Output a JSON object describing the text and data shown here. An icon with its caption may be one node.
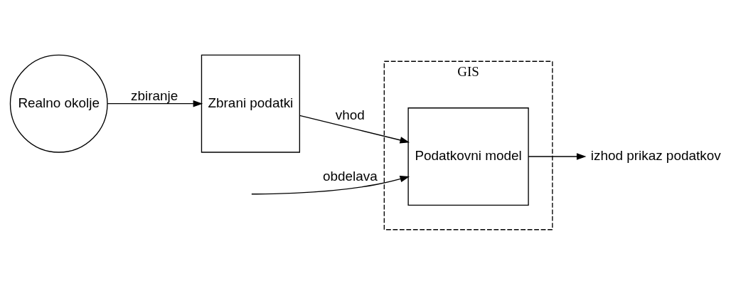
{
  "diagram": {
    "nodes": [
      {
        "text": [
          "Realno okolje"
        ]
      },
      {
        "text": [
          "Zbrani podatki"
        ]
      },
      {
        "text": [
          "GIS"
        ]
      },
      {
        "text": [
          "Podatkovni model"
        ],
        "in": 2
      },
      {
        "text": [
          "izhod prikaz podatkov"
        ]
      }
    ],
    "edges": [
      {
        "from": 0,
        "to": 1,
        "arrow": "to",
        "label": "zbiranje"
      },
      {
        "from": 1,
        "to": 3,
        "arrow": "to",
        "label": "vhod"
      },
      {
        "from": 3,
        "to": 4,
        "arrow": "to"
      },
      {
        "from": null,
        "to": 3,
        "arrow": "to",
        "label": "obdelava"
      }
    ]
  }
}
